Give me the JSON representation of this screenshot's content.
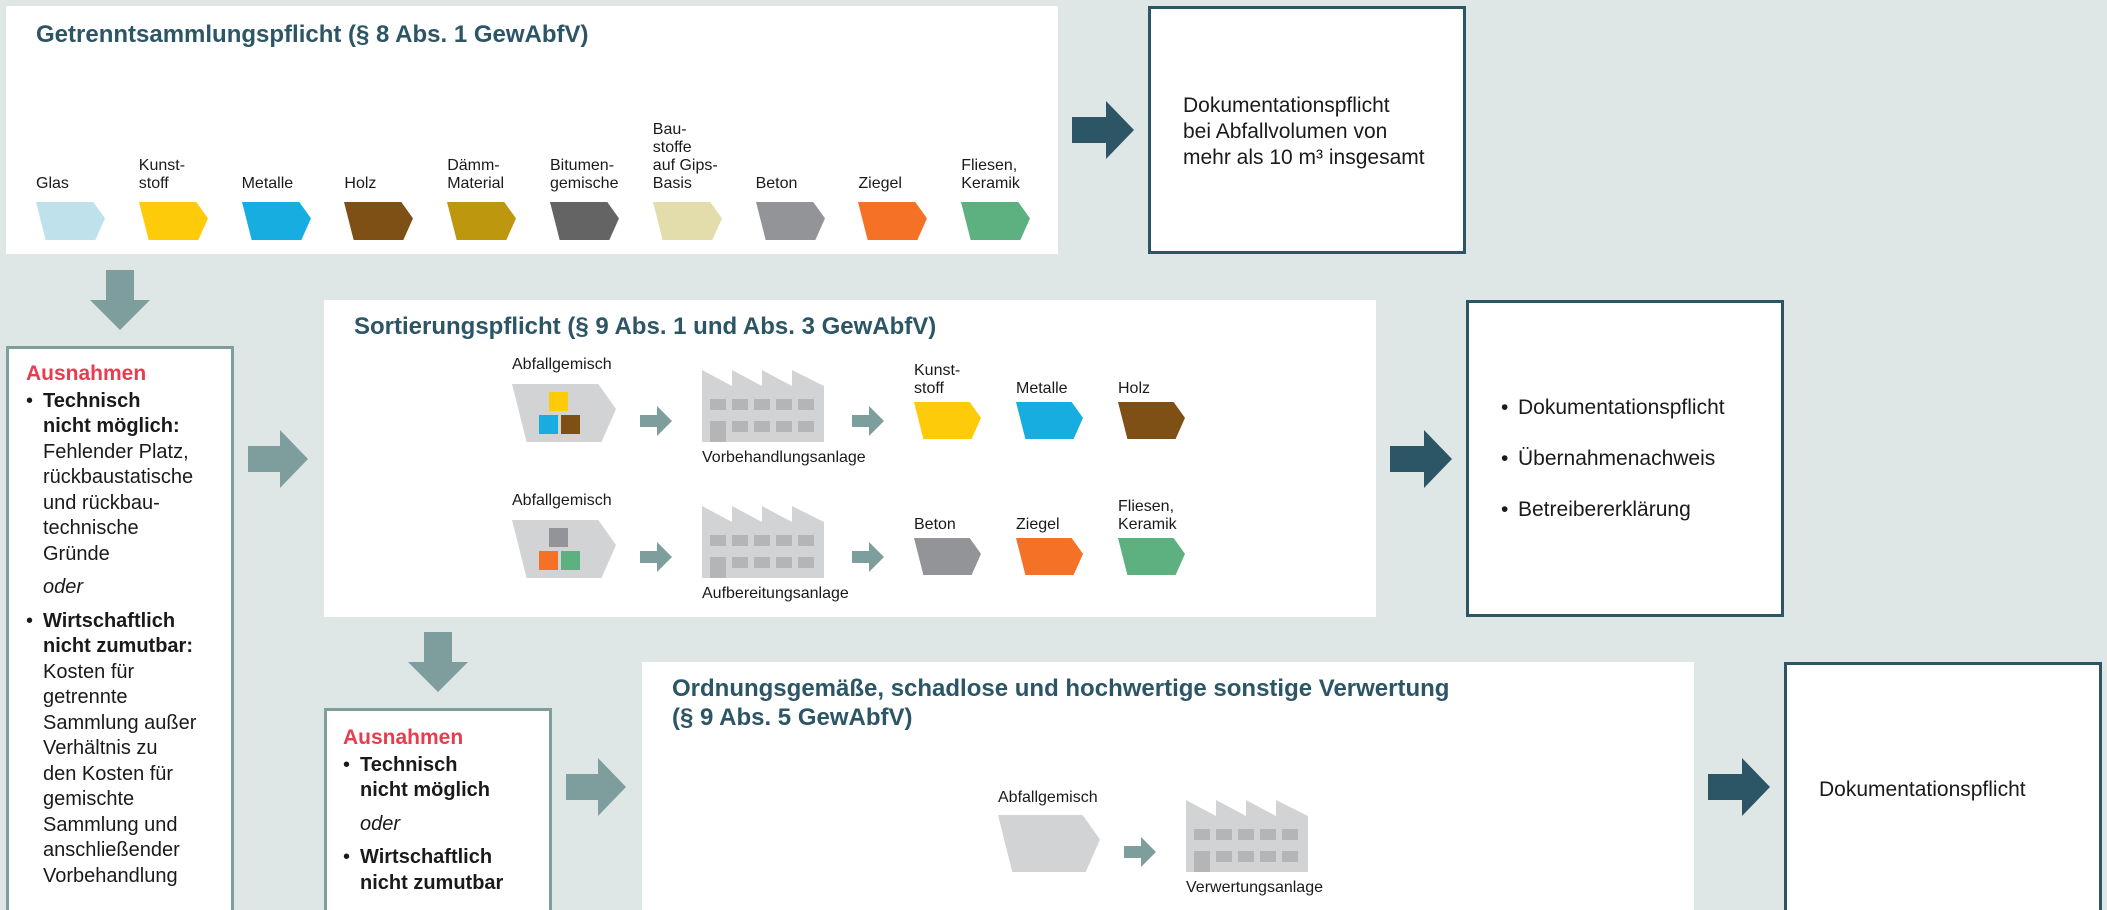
{
  "separate_collection": {
    "title": "Getrenntsammlungspflicht (§ 8 Abs. 1 GewAbfV)",
    "containers": [
      {
        "label": "Glas",
        "color": "#bfe1ec"
      },
      {
        "label": "Kunst-\nstoff",
        "color": "#fecb0a"
      },
      {
        "label": "Metalle",
        "color": "#17ade0"
      },
      {
        "label": "Holz",
        "color": "#7f5016"
      },
      {
        "label": "Dämm-\nMaterial",
        "color": "#bd970e"
      },
      {
        "label": "Bitumen-\ngemische",
        "color": "#646464"
      },
      {
        "label": "Bau-\nstoffe\nauf Gips-\nBasis",
        "color": "#e3dcab"
      },
      {
        "label": "Beton",
        "color": "#929497"
      },
      {
        "label": "Ziegel",
        "color": "#f47126"
      },
      {
        "label": "Fliesen,\nKeramik",
        "color": "#5db07f"
      }
    ],
    "doc_text": "Dokumentationspflicht\nbei Abfallvolumen von\nmehr als 10 m³ insgesamt"
  },
  "exceptions_1": {
    "title": "Ausnahmen",
    "item1_bold": "Technisch\nnicht möglich:",
    "item1_text": "Fehlender Platz,\nrückbaustatische\nund rückbau-\ntechnische\nGründe",
    "or": "oder",
    "item2_bold": "Wirtschaftlich\nnicht zumutbar:",
    "item2_text": "Kosten für\ngetrennte\nSammlung außer\nVerhältnis zu\nden Kosten für\ngemischte\nSammlung und\nanschließender\nVorbehandlung"
  },
  "sorting": {
    "title": "Sortierungspflicht (§ 9 Abs. 1 und Abs. 3 GewAbfV)",
    "rows": [
      {
        "mixed_label": "Abfallgemisch",
        "plant_label": "Vorbehandlungsanlage",
        "outputs": [
          {
            "label": "Kunst-\nstoff",
            "color": "#fecb0a"
          },
          {
            "label": "Metalle",
            "color": "#17ade0"
          },
          {
            "label": "Holz",
            "color": "#7f5016"
          }
        ]
      },
      {
        "mixed_label": "Abfallgemisch",
        "plant_label": "Aufbereitungsanlage",
        "outputs": [
          {
            "label": "Beton",
            "color": "#929497"
          },
          {
            "label": "Ziegel",
            "color": "#f47126"
          },
          {
            "label": "Fliesen,\nKeramik",
            "color": "#5db07f"
          }
        ]
      }
    ],
    "doc_items": [
      "Dokumentationspflicht",
      "Übernahmenachweis",
      "Betreibererklärung"
    ]
  },
  "exceptions_2": {
    "title": "Ausnahmen",
    "item1_bold": "Technisch\nnicht möglich",
    "or": "oder",
    "item2_bold": "Wirtschaftlich\nnicht zumutbar"
  },
  "recovery": {
    "title": "Ordnungsgemäße, schadlose und hochwertige sonstige Verwertung\n(§ 9 Abs. 5 GewAbfV)",
    "mixed_label": "Abfallgemisch",
    "plant_label": "Verwertungsanlage",
    "doc_text": "Dokumentationspflicht"
  },
  "colors": {
    "title": "#2c5566",
    "dark_arrow": "#2c5566",
    "light_arrow": "#7d9e9c",
    "exception_title": "#e63d4f",
    "building": "#d2d3d4",
    "building_window": "#b4b5b7",
    "mixed_bin": "#d2d3d4"
  }
}
